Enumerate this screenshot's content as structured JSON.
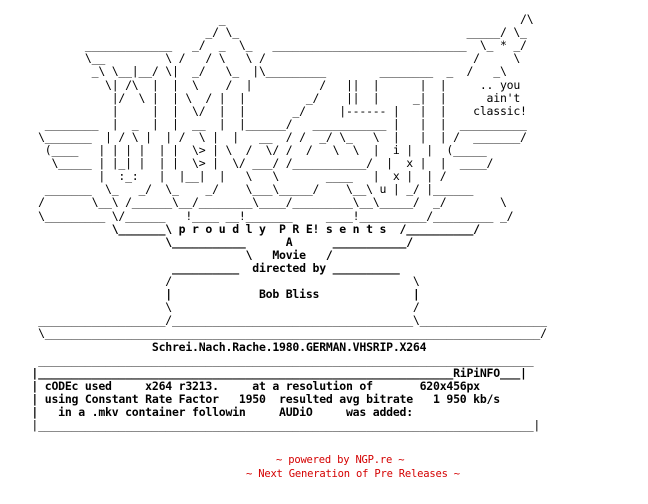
{
  "colors": {
    "background": "#ffffff",
    "text": "#000000",
    "footer": "#d40000"
  },
  "art": [
    "                              _                                            /\\",
    "                            _/ \\_                                  _____/ \\_",
    "          _____________   _/  _  \\_   _____________________________  \\_ * _/",
    "          \\__         \\ /   / \\   \\ /                               /     \\",
    "           _\\ \\__|__/ \\|  _/   \\_  |\\_________        ________  _  /   _\\",
    "             \\| /\\  |  |  \\    /  |          /   ||  |      |  |     .. you",
    "              |/  \\ |  | \\  / |  |         _/    ||  |     _|  |      ain't",
    "              |     |  |  \\/  |  |       _/     |------ |   |  |    classic!",
    "    ________  |  _  |  |  __  |  |______/   ___________ |   |  |  __________",
    "   \\_______  | / \\ |  | /  \\ |  |   __  / /  _/ \\_   \\  |   |  | /  _______/",
    "    (____   | | | |  | |  \\> | \\  /  \\/ /  /   \\  \\  |  i |  |  (_____",
    "     \\_____ | |_| |  | |  \\> |  \\/ ___/ /___________/  |  x |  |  ____/",
    "            |  :_:   |  |__|  |   \\   \\       ____   |  x |  | /",
    "    _______  \\_   _/  \\_    _/    \\___\\_____/    \\__\\ u | _/ |______",
    "   /       \\__\\ /______\\__/________\\____/_________\\__\\_____/  _/        \\",
    "   \\_________ \\/______   !____ __!_______     ____!__________/_________ _/",
    "              \\_______\\ p r o u d l y  P R E! s e n t s  /__________/",
    "                      \\___________      A      ___________/",
    "                                  \\   Movie   /",
    "                       __________  directed by __________",
    "                      /                                    \\",
    "                      |             Bob Bliss              |",
    "                      \\                                    /",
    "   ___________________/____________________________________\\___________________",
    "   \\__________________________________________________________________________/",
    "                    Schrei.Nach.Rache.1980.GERMAN.VHSRIP.X264",
    "   __________________________________________________________________________",
    "  |______________________________________________________________RiPiNFO___|",
    "  | cODEc used     x264 r3213.     at a resolution of       620x456px",
    "  | using Constant Rate Factor   1950  resulted avg bitrate   1 950 kb/s",
    "  |   in a .mkv container followin     AUDiO     was added:",
    "  |__________________________________________________________________________|"
  ],
  "footer": {
    "powered": "~ powered by NGP.re ~",
    "tagline": "~ Next Generation of Pre Releases ~"
  }
}
